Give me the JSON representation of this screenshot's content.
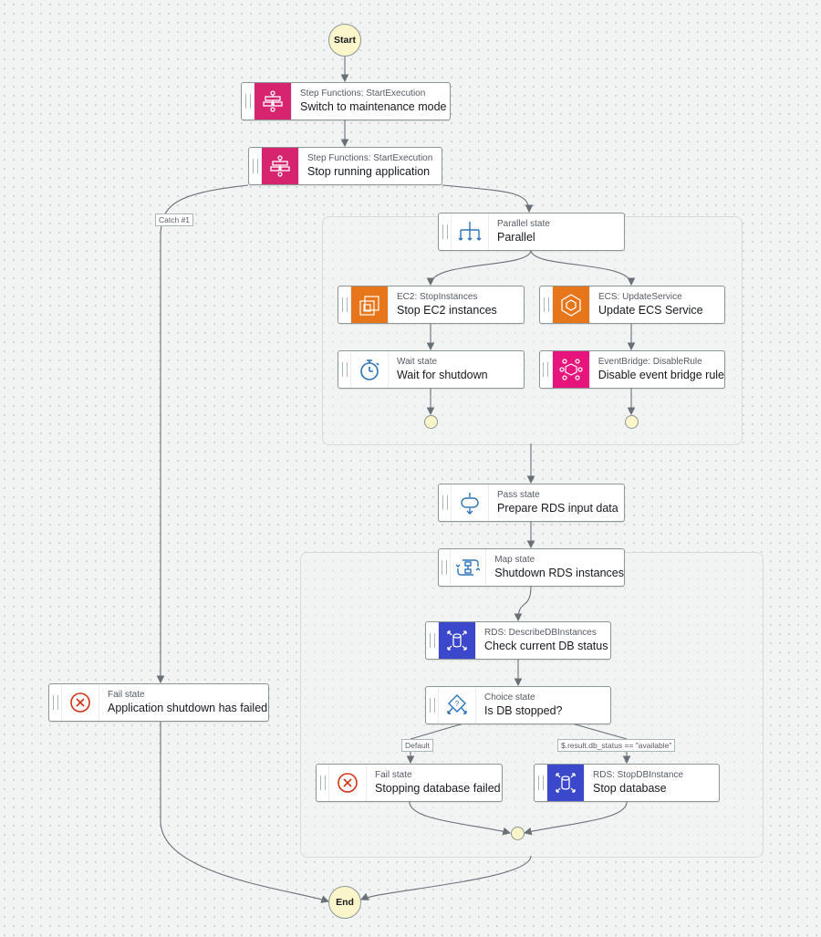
{
  "start_label": "Start",
  "end_label": "End",
  "colors": {
    "step_functions": "#d6246e",
    "ec2": "#e7751a",
    "ecs": "#e7751a",
    "eventbridge": "#e7157b",
    "rds": "#3b48cc",
    "state_icon": "#2e73b8",
    "fail_icon": "#d13212"
  },
  "nodes": [
    {
      "id": "n1",
      "type": "Step Functions: StartExecution",
      "title": "Switch to maintenance mode",
      "icon": "step-functions-icon"
    },
    {
      "id": "n2",
      "type": "Step Functions: StartExecution",
      "title": "Stop running application",
      "icon": "step-functions-icon"
    },
    {
      "id": "par",
      "type": "Parallel state",
      "title": "Parallel",
      "icon": "parallel-icon"
    },
    {
      "id": "ec2",
      "type": "EC2: StopInstances",
      "title": "Stop EC2 instances",
      "icon": "ec2-icon"
    },
    {
      "id": "ecs",
      "type": "ECS: UpdateService",
      "title": "Update ECS Service",
      "icon": "ecs-icon"
    },
    {
      "id": "wait",
      "type": "Wait state",
      "title": "Wait for shutdown",
      "icon": "timer-icon"
    },
    {
      "id": "eb",
      "type": "EventBridge: DisableRule",
      "title": "Disable event bridge rule",
      "icon": "eventbridge-icon"
    },
    {
      "id": "pass",
      "type": "Pass state",
      "title": "Prepare RDS input data",
      "icon": "pass-icon"
    },
    {
      "id": "map",
      "type": "Map state",
      "title": "Shutdown RDS instances",
      "icon": "map-icon"
    },
    {
      "id": "rdsd",
      "type": "RDS: DescribeDBInstances",
      "title": "Check current DB status",
      "icon": "rds-icon"
    },
    {
      "id": "choice",
      "type": "Choice state",
      "title": "Is DB stopped?",
      "icon": "choice-icon"
    },
    {
      "id": "faildb",
      "type": "Fail state",
      "title": "Stopping database failed",
      "icon": "fail-icon"
    },
    {
      "id": "stopdb",
      "type": "RDS: StopDBInstance",
      "title": "Stop database",
      "icon": "rds-icon"
    },
    {
      "id": "failapp",
      "type": "Fail state",
      "title": "Application shutdown has failed",
      "icon": "fail-icon"
    }
  ],
  "edge_labels": {
    "catch": "Catch #1",
    "default": "Default",
    "condition": "$.result.db_status == \"available\""
  }
}
